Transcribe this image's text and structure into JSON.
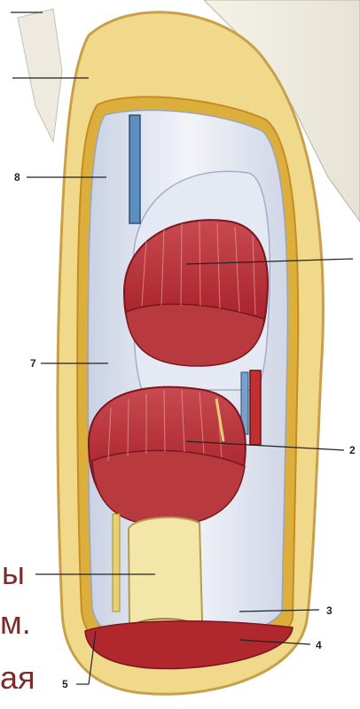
{
  "labels": {
    "n2": "2",
    "n3": "3",
    "n4": "4",
    "n5": "5",
    "n7": "7",
    "n8": "8"
  },
  "overlay_text": {
    "line1": "ы",
    "line2": "м.",
    "line3": "ая"
  },
  "colors": {
    "fat": "#f0d890",
    "fascia_border": "#d6a230",
    "muscle": "#b02a32",
    "muscle_light": "#e07070",
    "fascia": "#e9edf5",
    "bone": "#f3e6a8",
    "nerve": "#e8d070",
    "vessel_blue": "#5a8fc0",
    "vessel_red": "#c03030",
    "text_overlay": "#7a2d2d"
  }
}
